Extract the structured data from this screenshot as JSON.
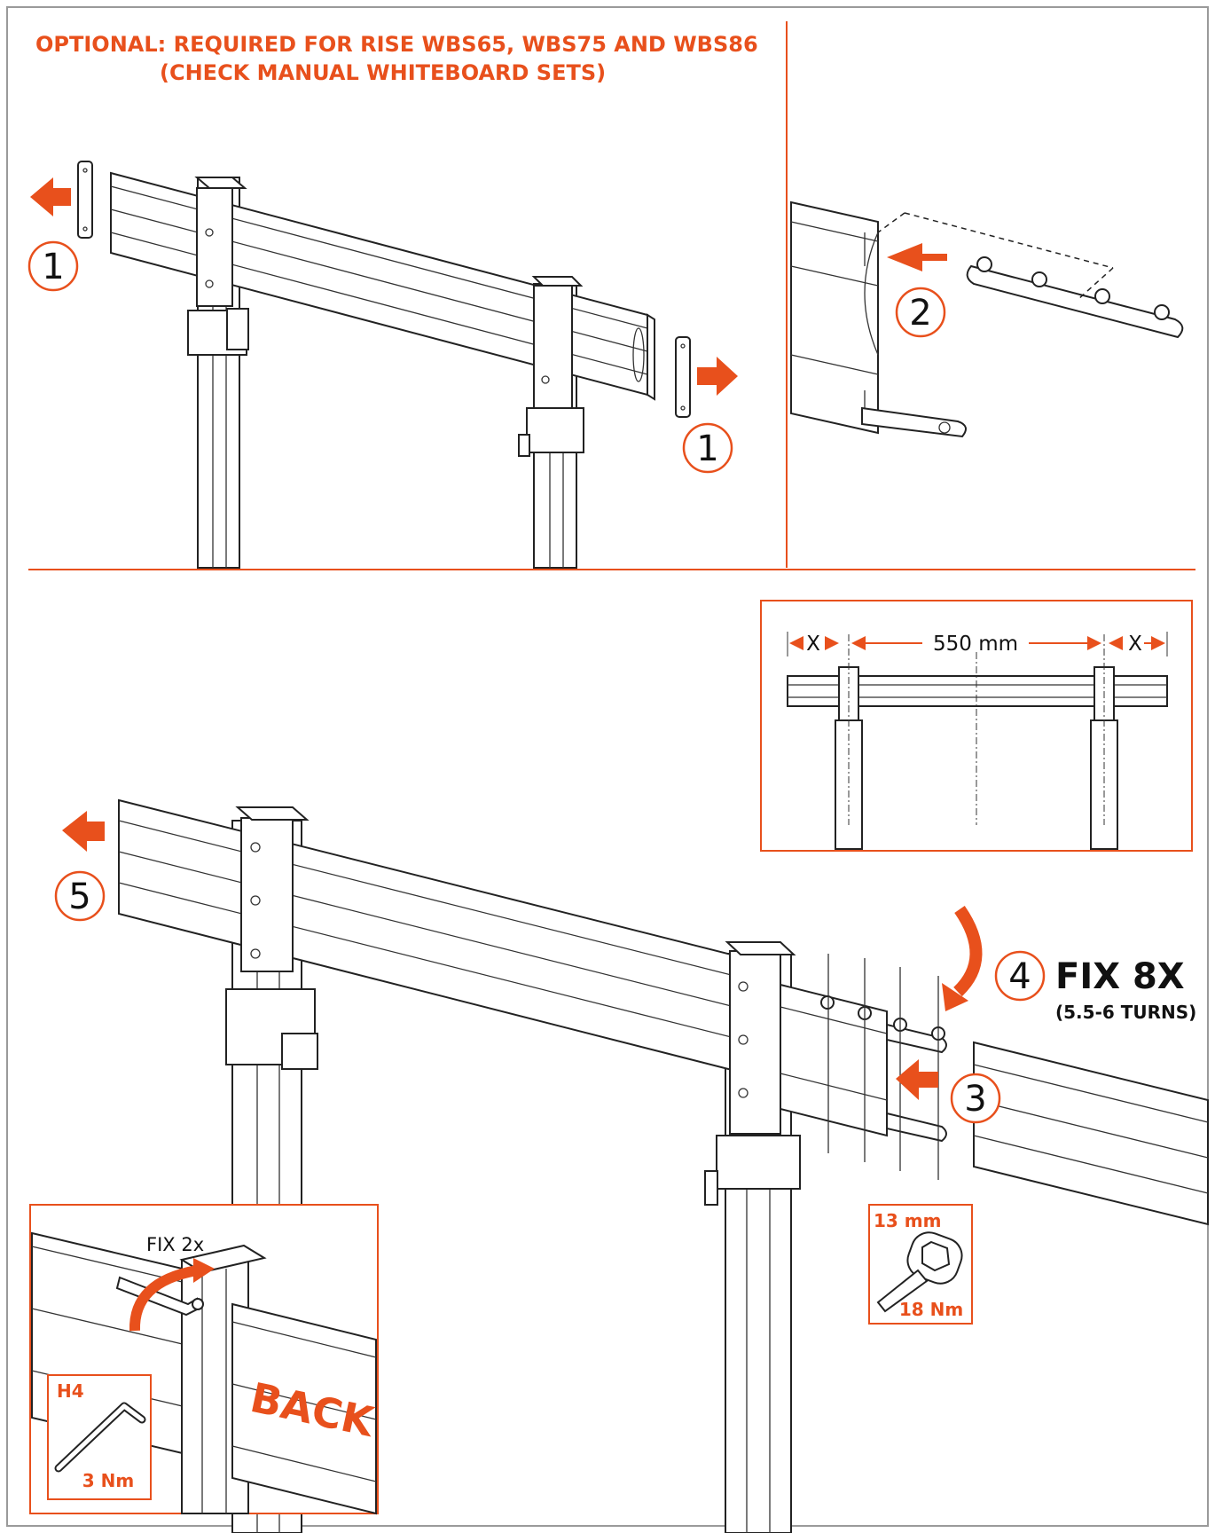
{
  "header": {
    "line1": "OPTIONAL: REQUIRED FOR RISE WBS65, WBS75 AND WBS86",
    "line2": "(CHECK MANUAL WHITEBOARD SETS)"
  },
  "steps": {
    "s1": "1",
    "s2": "2",
    "s3": "3",
    "s4": "4",
    "s5": "5"
  },
  "fix_main": "FIX 8X",
  "fix_turns": "(5.5-6 TURNS)",
  "dimension": {
    "x_label": "X",
    "distance": "550 mm"
  },
  "socket_tool": {
    "size": "13 mm",
    "torque": "18 Nm"
  },
  "hex_key": {
    "size": "H4",
    "torque": "3 Nm"
  },
  "back_detail": {
    "fix": "FIX 2x",
    "back": "BACK"
  },
  "colors": {
    "accent": "#e8501c",
    "ink": "#222222"
  }
}
